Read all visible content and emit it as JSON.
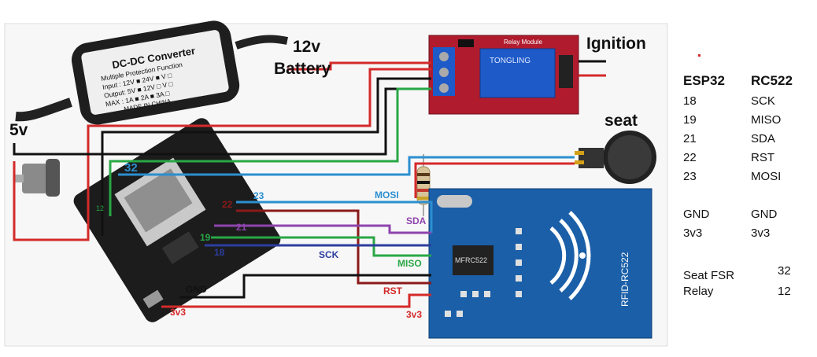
{
  "labels": {
    "battery": "12v\nBattery",
    "ignition": "Ignition",
    "five_v": "5v",
    "seat": "seat",
    "converter_title": "DC-DC Converter",
    "converter_sub": "Multiple Protection Function",
    "converter_input": "Input : 12V ■ 24V ■ V □",
    "converter_output": "Output: 5V ■ 12V □ V □",
    "converter_max": "MAX : 1A ■ 2A ■ 3A □",
    "converter_made": "MADE IN CHINA",
    "relay_title": "Relay Module",
    "relay_brand": "TONGLING",
    "rfid_chip": "MFRC522",
    "rfid_board": "RFID-RC522"
  },
  "wire_labels": {
    "pin32": "32",
    "pin23": "23",
    "pin22": "22",
    "pin21": "21",
    "pin19": "19",
    "pin18": "18",
    "pin12": "12",
    "mosi": "MOSI",
    "sda": "SDA",
    "sck": "SCK",
    "miso": "MISO",
    "rst": "RST",
    "gnd": "GND",
    "v33_left": "3v3",
    "v33_right": "3v3"
  },
  "pin_table": {
    "header_left": "ESP32",
    "header_right": "RC522",
    "rows": [
      {
        "esp": "18",
        "rc": "SCK"
      },
      {
        "esp": "19",
        "rc": "MISO"
      },
      {
        "esp": "21",
        "rc": "SDA"
      },
      {
        "esp": "22",
        "rc": "RST"
      },
      {
        "esp": "23",
        "rc": "MOSI"
      },
      {
        "esp": "GND",
        "rc": "GND"
      },
      {
        "esp": "3v3",
        "rc": "3v3"
      }
    ],
    "extra": [
      {
        "name": "Seat FSR",
        "pin": "32"
      },
      {
        "name": "Relay",
        "pin": "12"
      }
    ]
  },
  "colors": {
    "red": "#d42a2a",
    "black": "#111111",
    "green": "#28a745",
    "blue": "#2b8fd0",
    "purple": "#8e44ad",
    "navy": "#2c3e9f",
    "darkred": "#8b1a1a",
    "board_blue": "#1a5fa8",
    "relay_red": "#b01c2e"
  }
}
